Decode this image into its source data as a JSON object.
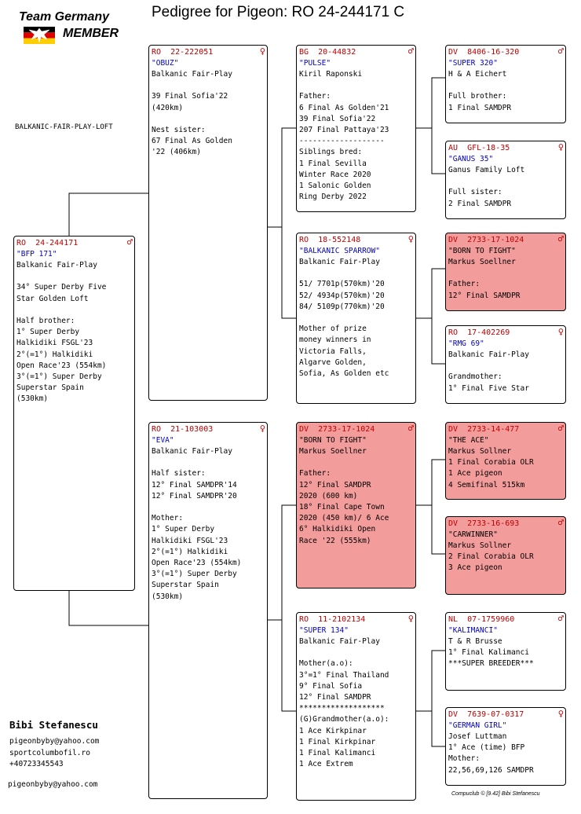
{
  "title": "Pedigree for Pigeon: RO  24-244171 C",
  "logo": {
    "line1": "Team Germany",
    "line2": "MEMBER"
  },
  "loft_label": "BALKANIC-FAIR-PLAY-LOFT",
  "breeder": {
    "name": "Bibi Stefanescu",
    "contact": "pigeonbyby@yahoo.com\nsportcolumbofil.ro\n+40723345543",
    "email2": "pigeonbyby@yahoo.com"
  },
  "footer": "Compuclub © [9.42]  Bibi Stefanescu",
  "colors": {
    "ring": "#c00000",
    "name": "#0000cc",
    "highlight": "#f39c9c"
  },
  "cards": {
    "subject": {
      "ring": "RO  24-244171",
      "sex": "♂",
      "name": "\"BFP 171\"",
      "breeder": "Balkanic Fair-Play",
      "body": "\n34° Super Derby Five\nStar Golden Loft\n\nHalf brother:\n1° Super Derby\nHalkidiki FSGL'23\n2°(=1°) Halkidiki\nOpen Race'23 (554km)\n3°(=1°) Super Derby\nSuperstar Spain\n(530km)"
    },
    "sire": {
      "ring": "RO  22-222051",
      "sex": "♀",
      "name": "\"OBUZ\"",
      "breeder": "Balkanic Fair-Play",
      "body": "\n39 Final Sofia'22\n(420km)\n\nNest sister:\n67 Final As Golden\n'22 (406km)"
    },
    "dam": {
      "ring": "RO  21-103003",
      "sex": "♀",
      "name": "\"EVA\"",
      "breeder": "Balkanic Fair-Play",
      "body": "\nHalf sister:\n12° Final SAMDPR'14\n12° Final SAMDPR'20\n\nMother:\n1° Super Derby\nHalkidiki FSGL'23\n2°(=1°) Halkidiki\nOpen Race'23 (554km)\n3°(=1°) Super Derby\nSuperstar Spain\n(530km)"
    },
    "ss": {
      "ring": "BG  20-44832",
      "sex": "♂",
      "name": "\"PULSE\"",
      "breeder": "Kiril Raponski",
      "body": "\nFather:\n6 Final As Golden'21\n39 Final Sofia'22\n207 Final Pattaya'23\n-------------------\nSiblings bred:\n1 Final Sevilla\nWinter Race 2020\n1 Salonic Golden\nRing Derby 2022"
    },
    "sd": {
      "ring": "RO  18-552148",
      "sex": "♀",
      "name": "\"BALKANIC SPARROW\"",
      "breeder": "Balkanic Fair-Play",
      "body": "\n51/ 7701p(570km)'20\n52/ 4934p(570km)'20\n84/ 5109p(770km)'20\n\nMother of prize\nmoney winners in\nVictoria Falls,\nAlgarve Golden,\nSofia, As Golden etc"
    },
    "ds": {
      "ring": "DV  2733-17-1024",
      "sex": "♂",
      "name": "\"BORN TO FIGHT\"",
      "breeder": "Markus Soellner",
      "body": "\nFather:\n12° Final SAMDPR\n2020 (600 km)\n18° Final Cape Town\n2020 (450 km)/ 6 Ace\n6° Halkidiki Open\nRace '22 (555km)"
    },
    "dd": {
      "ring": "RO  11-2102134",
      "sex": "♀",
      "name": "\"SUPER 134\"",
      "breeder": "Balkanic Fair-Play",
      "body": "\nMother(a.o):\n3°=1° Final Thailand\n9° Final Sofia\n12° Final SAMDPR\n*******************\n(G)Grandmother(a.o):\n1 Ace Kirkpinar\n1 Final Kirkpinar\n1 Final Kalimanci\n1 Ace Extrem"
    },
    "sss": {
      "ring": "DV  8406-16-320",
      "sex": "♂",
      "name": "\"SUPER 320\"",
      "breeder": "H & A Eichert",
      "body": "\nFull brother:\n1 Final SAMDPR"
    },
    "ssd": {
      "ring": "AU  GFL-18-35",
      "sex": "♀",
      "name": "\"GANUS 35\"",
      "breeder": "Ganus Family Loft",
      "body": "\nFull sister:\n2 Final SAMDPR"
    },
    "sds": {
      "ring": "DV  2733-17-1024",
      "sex": "♂",
      "name": "\"BORN TO FIGHT\"",
      "breeder": "Markus Soellner",
      "body": "\nFather:\n12° Final SAMDPR"
    },
    "sdd": {
      "ring": "RO  17-402269",
      "sex": "♀",
      "name": "\"RMG 69\"",
      "breeder": "Balkanic Fair-Play",
      "body": "\nGrandmother:\n1° Final Five Star"
    },
    "dss": {
      "ring": "DV  2733-14-477",
      "sex": "♂",
      "name": "\"THE ACE\"",
      "breeder": "Markus Sollner",
      "body": "1 Final Corabia OLR\n1 Ace pigeon\n4 Semifinal 515km"
    },
    "dsd": {
      "ring": "DV  2733-16-693",
      "sex": "♂",
      "name": "\"CARWINNER\"",
      "breeder": "Markus Sollner",
      "body": "2 Final Corabia OLR\n3 Ace pigeon"
    },
    "dds": {
      "ring": "NL  07-1759960",
      "sex": "♂",
      "name": "\"KALIMANCI\"",
      "breeder": "T & R Brusse",
      "body": "1° Final Kalimanci\n***SUPER BREEDER***"
    },
    "ddd": {
      "ring": "DV  7639-07-0317",
      "sex": "♀",
      "name": "\"GERMAN GIRL\"",
      "breeder": "Josef Luttman",
      "body": "1° Ace (time) BFP\nMother:\n22,56,69,126 SAMDPR"
    }
  }
}
